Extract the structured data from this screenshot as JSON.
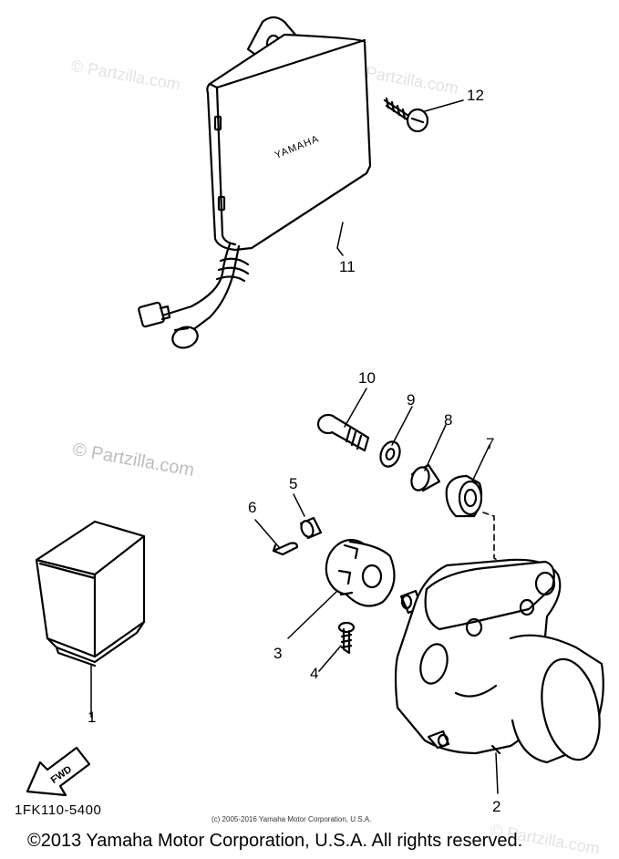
{
  "diagram": {
    "brand_label": "YAMAHA",
    "fwd_label": "FWD",
    "part_code": "1FK110-5400",
    "small_copyright": "(c) 2005-2016 Yamaha Motor Corporation, U.S.A.",
    "callouts": [
      "1",
      "2",
      "3",
      "4",
      "5",
      "6",
      "7",
      "8",
      "9",
      "10",
      "11",
      "12"
    ]
  },
  "watermarks": {
    "main": "© Partzilla.com",
    "faint_top_left": "© Partzilla.com",
    "faint_top_right": "© Partzilla.com",
    "faint_bottom_right": "© Partzilla.com"
  },
  "footer": {
    "copyright": "©2013 Yamaha Motor Corporation, U.S.A. All rights reserved."
  }
}
